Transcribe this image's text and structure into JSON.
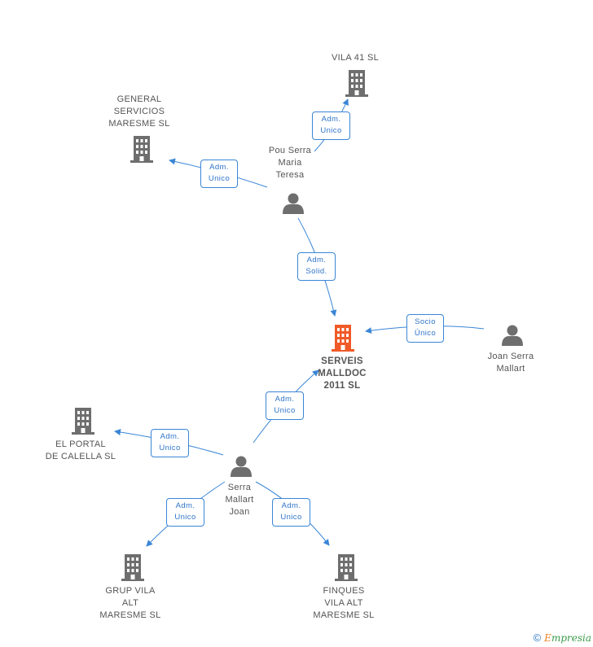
{
  "colors": {
    "company": "#6e6e6e",
    "person": "#6e6e6e",
    "main_company": "#f05a28",
    "edge": "#3a86d6"
  },
  "nodes": {
    "vila41": {
      "label": "VILA 41 SL",
      "type": "company"
    },
    "general_servicios": {
      "label": "GENERAL\nSERVICIOS\nMARESME  SL",
      "type": "company"
    },
    "pou_serra": {
      "label": "Pou Serra\nMaria\nTeresa",
      "type": "person"
    },
    "serveis_malldoc": {
      "label": "SERVEIS\nMALLDOC\n2011 SL",
      "type": "main_company"
    },
    "joan_serra_mallart": {
      "label": "Joan Serra\nMallart",
      "type": "person"
    },
    "el_portal": {
      "label": "EL PORTAL\nDE CALELLA SL",
      "type": "company"
    },
    "serra_mallart_joan": {
      "label": "Serra\nMallart\nJoan",
      "type": "person"
    },
    "grup_vila_alt": {
      "label": "GRUP VILA\nALT\nMARESME SL",
      "type": "company"
    },
    "finques_vila_alt": {
      "label": "FINQUES\nVILA ALT\nMARESME SL",
      "type": "company"
    }
  },
  "relations": {
    "pou_to_vila41": "Adm.\nUnico",
    "pou_to_general": "Adm.\nUnico",
    "pou_to_serveis": "Adm.\nSolid.",
    "joan_to_serveis": "Socio\nÚnico",
    "serra_to_serveis": "Adm.\nUnico",
    "serra_to_portal": "Adm.\nUnico",
    "serra_to_grup": "Adm.\nUnico",
    "serra_to_finques": "Adm.\nUnico"
  },
  "footer": {
    "copyright": "©",
    "brand_initial": "E",
    "brand_rest": "mpresia"
  }
}
